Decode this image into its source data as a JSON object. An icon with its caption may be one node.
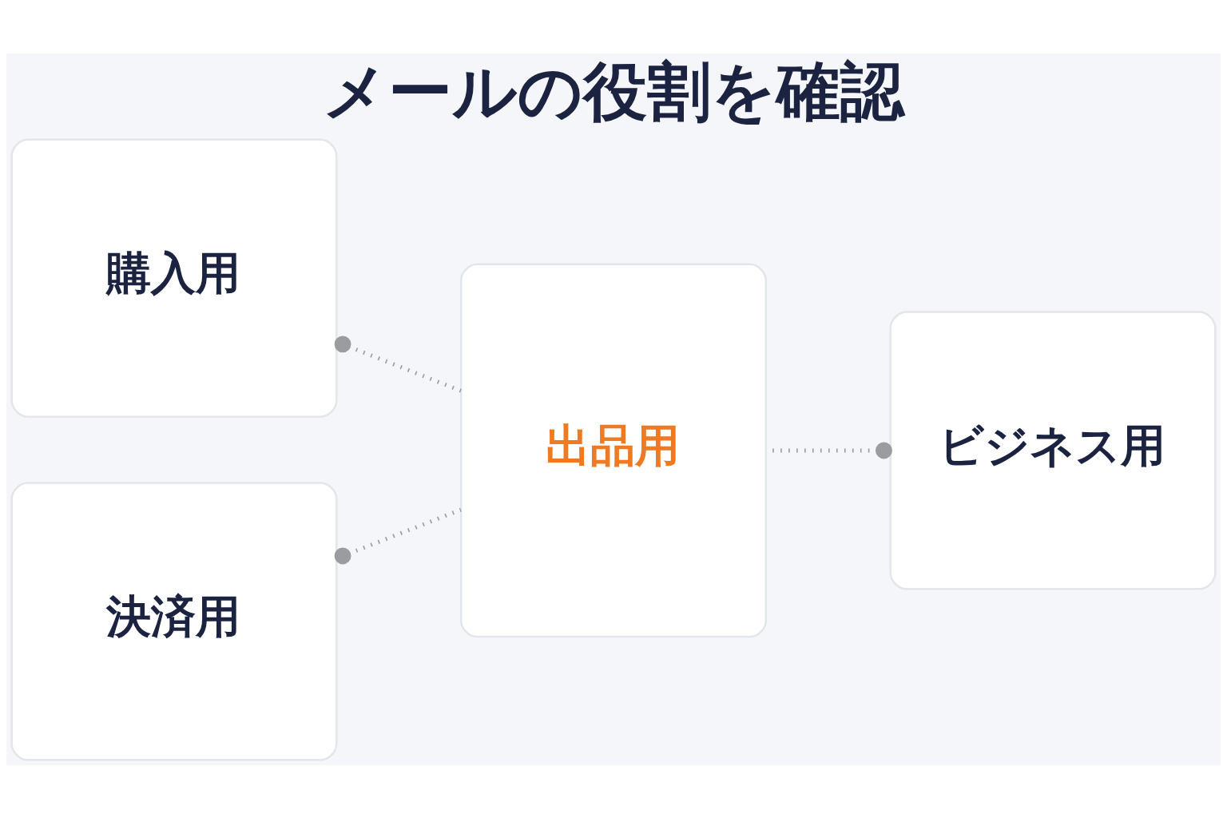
{
  "diagram": {
    "title": "メールの役割を確認",
    "nodes": [
      {
        "text": [
          "購入用"
        ]
      },
      {
        "text": [
          "ビジネス用"
        ]
      },
      {
        "text": [
          "出品用"
        ]
      },
      {
        "text": [
          "決済用"
        ]
      }
    ],
    "edges": [
      {
        "from": 0,
        "to": 2,
        "arrow": "other",
        "style": "dashed"
      },
      {
        "from": 1,
        "to": 2,
        "arrow": "other",
        "style": "dashed"
      },
      {
        "from": 3,
        "to": 2,
        "arrow": "other",
        "style": "dashed"
      }
    ]
  }
}
